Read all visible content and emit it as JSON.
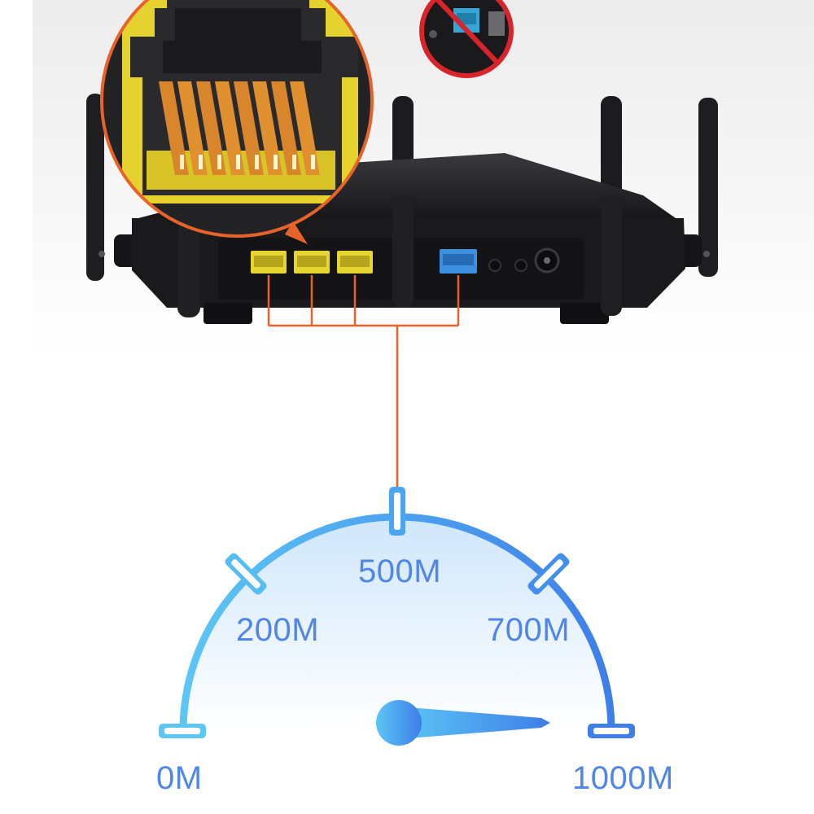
{
  "gauge": {
    "labels": {
      "zero": "0M",
      "two_hundred": "200M",
      "five_hundred": "500M",
      "seven_hundred": "700M",
      "thousand": "1000M"
    }
  },
  "colors": {
    "background": "#ffffff",
    "router_body": "#1c1c1e",
    "lan_port_yellow": "#e8d630",
    "wan_port_blue": "#3d8fe0",
    "connector_line_orange": "#e8632a",
    "gauge_light_blue": "#5cc6f5",
    "gauge_dark_blue": "#3e7ee8",
    "label_blue": "#4f86e8",
    "forbidden_red": "#d8242a"
  }
}
